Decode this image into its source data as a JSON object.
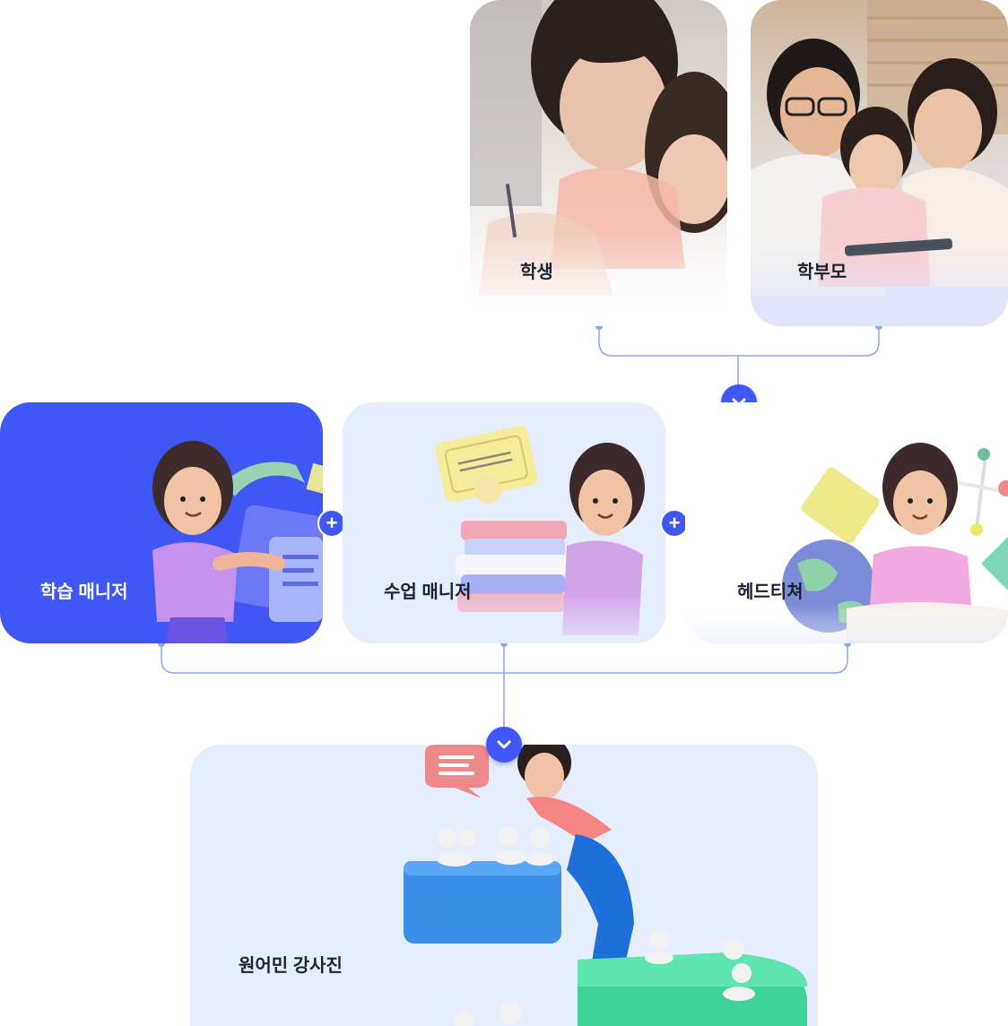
{
  "roles_top": [
    {
      "label": "학생"
    },
    {
      "label": "학부모"
    }
  ],
  "roles_middle": [
    {
      "label": "학습 매니저"
    },
    {
      "label": "수업 매니저"
    },
    {
      "label": "헤드티쳐"
    }
  ],
  "role_bottom": {
    "label": "원어민 강사진"
  },
  "plus_symbol": "+",
  "colors": {
    "accent": "#3f57f5",
    "card_light": "#e6edfd",
    "connector": "#8ea6f0"
  },
  "icons": {
    "flow_arrow": "chevron-down-icon",
    "join": "plus-icon"
  }
}
